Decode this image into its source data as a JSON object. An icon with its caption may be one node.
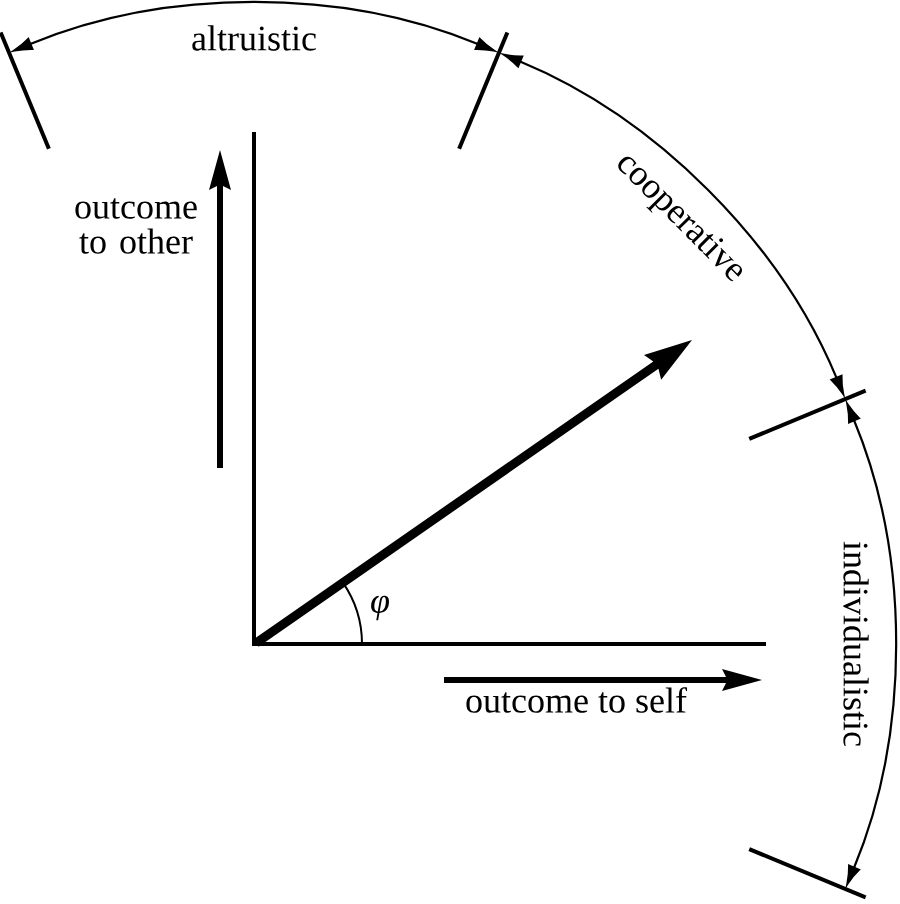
{
  "diagram": {
    "labels": [
      "altruistic",
      "cooperative",
      "outcome to other",
      "individualistic",
      "φ",
      "outcome to self"
    ]
  }
}
